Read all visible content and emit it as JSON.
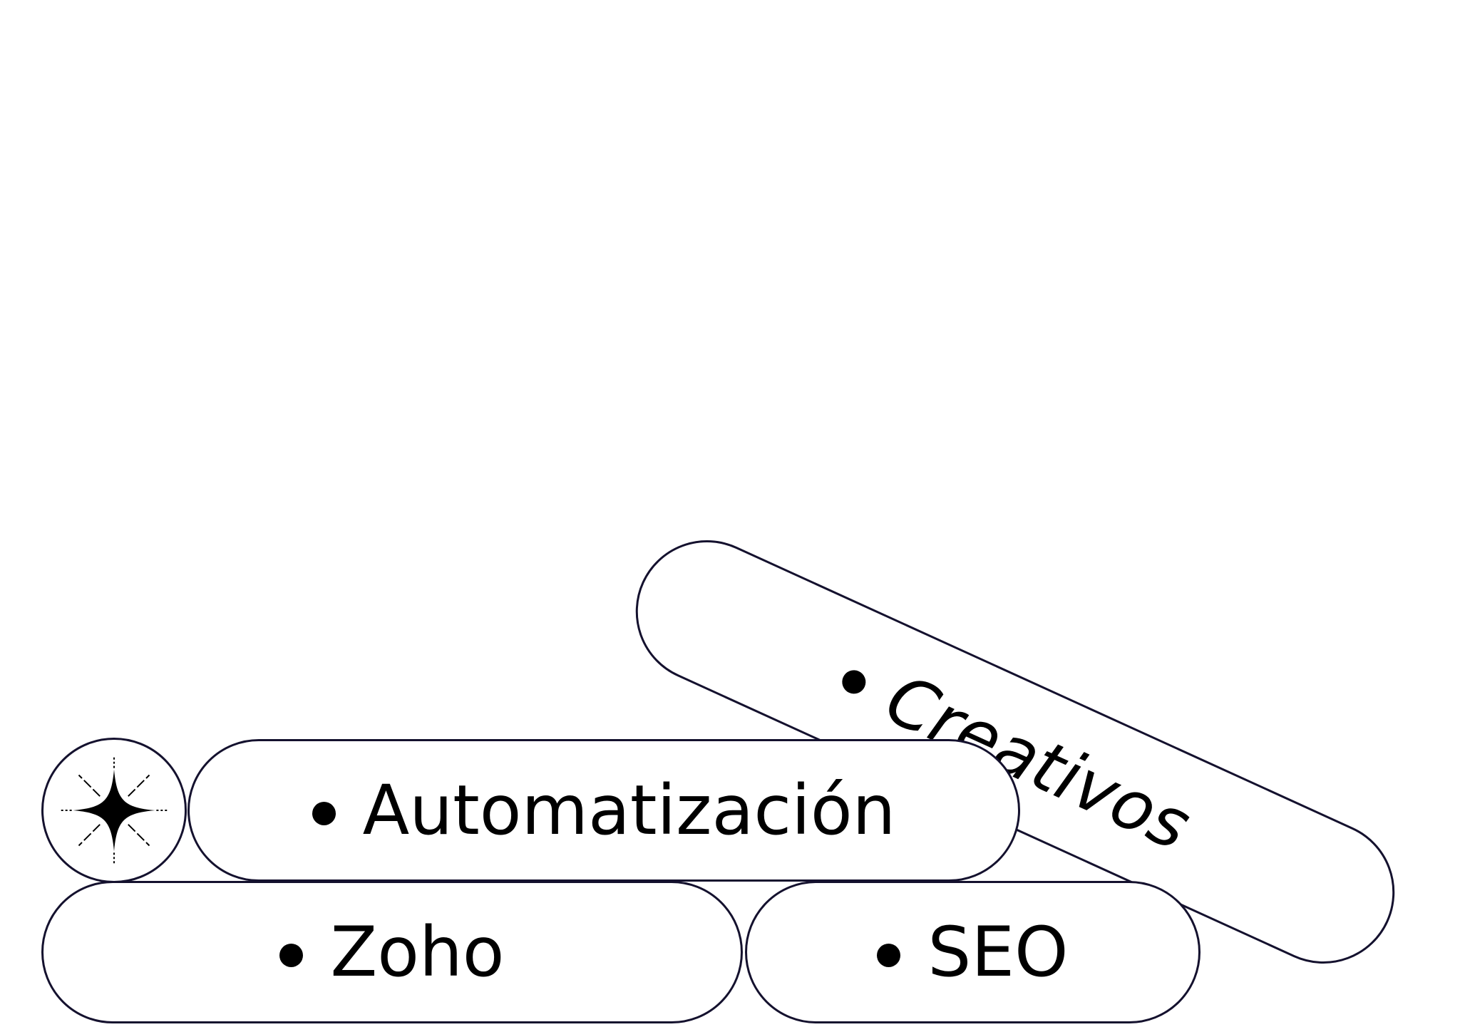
{
  "tags": {
    "automatizacion": "Automatización",
    "zoho": "Zoho",
    "seo": "SEO",
    "creativos": "Creativos"
  },
  "icons": {
    "badge": "sparkle-icon",
    "bullet": "bullet-dot-icon"
  },
  "colors": {
    "outline": "#14112e",
    "text": "#000000",
    "background": "#ffffff"
  }
}
